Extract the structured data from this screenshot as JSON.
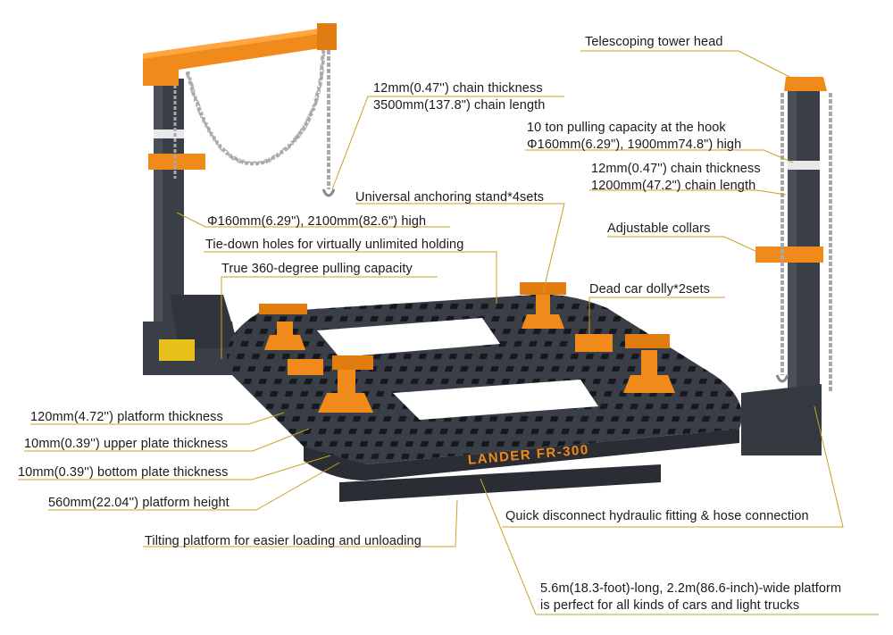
{
  "brand_text": "LANDER FR-300",
  "plate_text": "",
  "colors": {
    "frame": "#3a3f47",
    "frame_dark": "#262a30",
    "accent_orange": "#f08a1a",
    "chain": "#a8a8a8",
    "leader": "#c9a227"
  },
  "labels": {
    "tower_head": "Telescoping tower head",
    "chain_left_1": "12mm(0.47'') chain thickness",
    "chain_left_2": "3500mm(137.8\") chain length",
    "pull_capacity_1": "10 ton pulling capacity at the hook",
    "pull_capacity_2": "Φ160mm(6.29\"), 1900mm74.8\") high",
    "chain_right_1": "12mm(0.47'') chain thickness",
    "chain_right_2": "1200mm(47.2\") chain length",
    "anchoring_stand": "Universal anchoring stand*4sets",
    "tower_left": "Φ160mm(6.29\"), 2100mm(82.6\") high",
    "adjustable_collars": "Adjustable collars",
    "tie_down": "Tie-down holes for virtually unlimited holding",
    "pulling_360": "True 360-degree pulling capacity",
    "dead_car_dolly": "Dead car dolly*2sets",
    "platform_thickness": "120mm(4.72'') platform thickness",
    "upper_plate": "10mm(0.39'') upper plate thickness",
    "bottom_plate": "10mm(0.39'') bottom plate thickness",
    "platform_height": "560mm(22.04'') platform height",
    "hydraulic_fitting": "Quick disconnect hydraulic fitting & hose connection",
    "tilting": "Tilting platform for easier loading and unloading",
    "dimensions_1": "5.6m(18.3-foot)-long, 2.2m(86.6-inch)-wide platform",
    "dimensions_2": "is perfect for all kinds of cars and light trucks"
  }
}
